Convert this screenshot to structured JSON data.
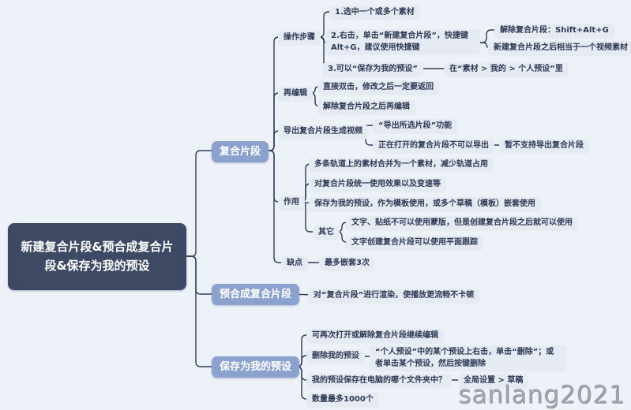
{
  "root": {
    "label": "新建复合片段&预合成复合片段&保存为我的预设"
  },
  "branches": {
    "composite": {
      "label": "复合片段"
    },
    "precompose": {
      "label": "预合成复合片段"
    },
    "save_preset": {
      "label": "保存为我的预设"
    }
  },
  "nodes": {
    "op_steps": "操作步骤",
    "step1": "1.选中一个或多个素材",
    "step2": "2.右击，单击“新建复合片段”，快捷键Alt+G，建议使用快捷键",
    "release_shortcut": "解除复合片段：Shift+Alt+G",
    "new_composite_note": "新建复合片段之后相当于一个视频素材",
    "step3": "3.可以“保存为我的预设”",
    "preset_location": "在“素材 > 我的 > 个人预设”里",
    "reedit": "再编辑",
    "double_click": "直接双击，修改之后一定要返回",
    "release_reedit": "解除复合片段之后再编辑",
    "export_composite": "导出复合片段生成视频",
    "export_selected": "“导出所选片段”功能",
    "open_cannot_export": "正在打开的复合片段不可以导出",
    "export_unsupported": "暂不支持导出复合片段",
    "usage": "作用",
    "merge_tracks": "多条轨道上的素材合并为一个素材，减少轨道占用",
    "unified_effects": "对复合片段统一使用效果以及变速等",
    "save_as_template": "保存为我的预设，作为模板使用，或多个草稿（模板）嵌套使用",
    "other": "其它",
    "text_sticker_mask": "文字、贴纸不可以使用蒙版，但是创建复合片段之后就可以使用",
    "text_plane_tracking": "文字创建复合片段可以使用平面跟踪",
    "weakness": "缺点",
    "max_nesting": "最多嵌套3次",
    "render_smooth": "对“复合片段”进行渲染，使播放更流畅不卡顿",
    "reopen_edit": "可再次打开或解除复合片段继续编辑",
    "delete_preset": "删除我的预设",
    "delete_method": "“个人预设”中的某个预设上右击，单击“删除”；或者单击某个预设，然后按键删除",
    "preset_folder": "我的预设保存在电脑的哪个文件夹中？",
    "global_settings": "全局设置 > 草稿",
    "max_count": "数量最多1000个"
  },
  "watermark": "sanlang2021",
  "colors": {
    "page_bg": "#EDF1F8",
    "root_bg": "#3E4A63",
    "branch_bg": "#8CA2CE",
    "leaf_bg": "#E6EAF2",
    "text": "#2D3A55",
    "line": "#2F3C58",
    "watermark": "#9FA5AD"
  }
}
